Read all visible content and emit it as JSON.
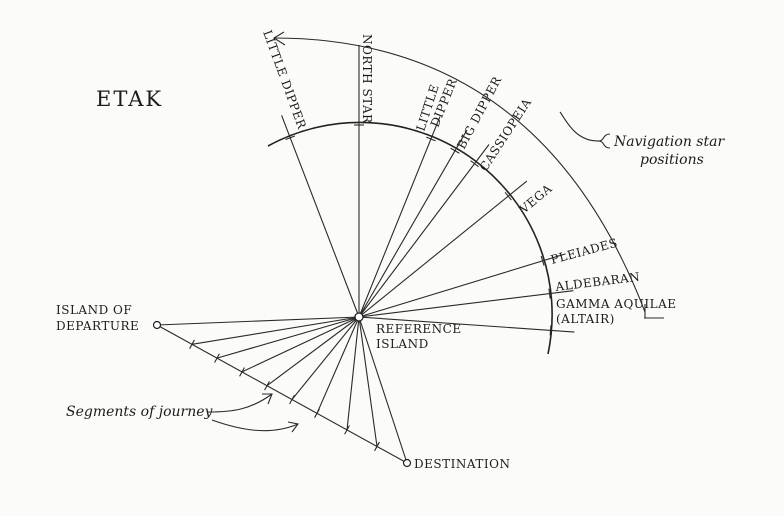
{
  "title": "ETAK",
  "stars": [
    {
      "id": "little-dipper-west",
      "label": "LITTLE DIPPER"
    },
    {
      "id": "north-star",
      "label": "NORTH STAR"
    },
    {
      "id": "little-dipper-east",
      "label_line1": "LITTLE",
      "label_line2": "DIPPER"
    },
    {
      "id": "big-dipper",
      "label": "BIG DIPPER"
    },
    {
      "id": "cassiopeia",
      "label": "CASSIOPEIA"
    },
    {
      "id": "vega",
      "label": "VEGA"
    },
    {
      "id": "pleiades",
      "label": "PLEIADES"
    },
    {
      "id": "aldebaran",
      "label": "ALDEBARAN"
    },
    {
      "id": "gamma-aquilae",
      "label_line1": "GAMMA AQUILAE",
      "label_line2": "(ALTAIR)"
    }
  ],
  "places": {
    "departure_line1": "ISLAND OF",
    "departure_line2": "DEPARTURE",
    "reference_line1": "REFERENCE",
    "reference_line2": "ISLAND",
    "destination": "DESTINATION"
  },
  "annotations": {
    "star_positions_line1": "Navigation star",
    "star_positions_line2": "positions",
    "segments": "Segments of journey"
  }
}
